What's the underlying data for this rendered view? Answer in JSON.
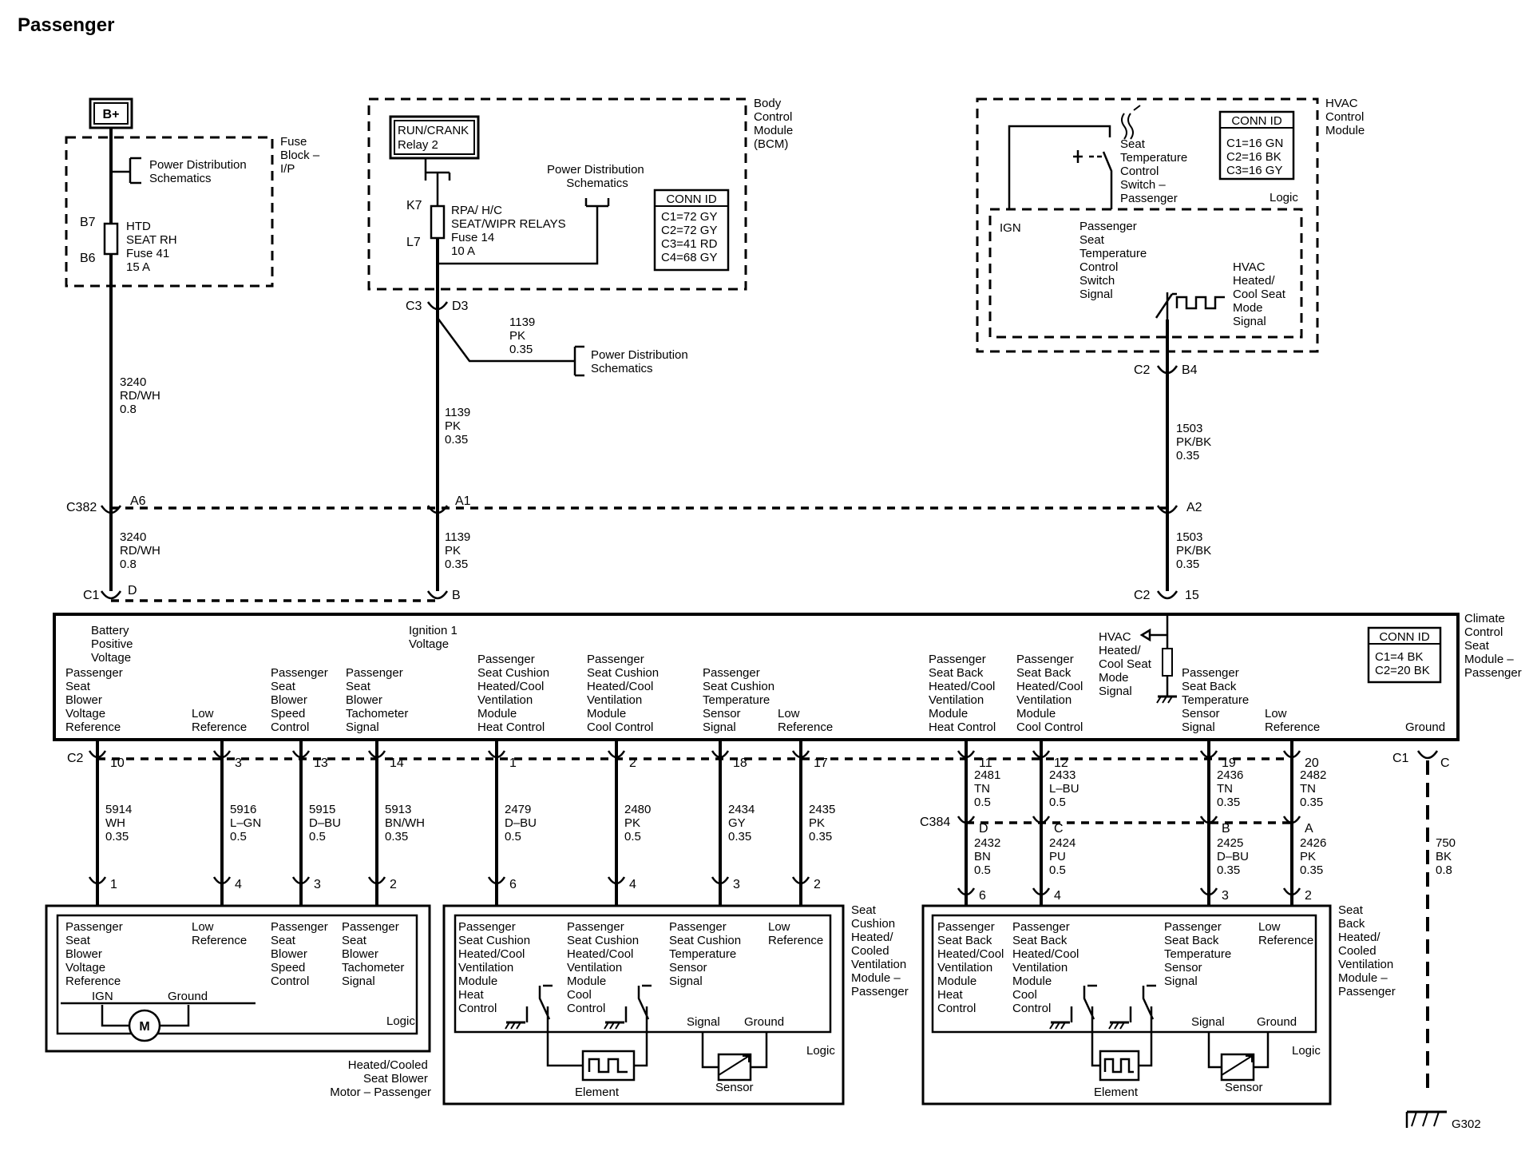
{
  "title": "Passenger",
  "top": {
    "bplus": "B+",
    "fuse_block": [
      "Fuse",
      "Block –",
      "I/P"
    ],
    "pds1": [
      "Power Distribution",
      "Schematics"
    ],
    "fuse_b7": "B7",
    "fuse_b6": "B6",
    "fuse41": [
      "HTD",
      "SEAT RH",
      "Fuse 41",
      "15 A"
    ],
    "bcm": [
      "Body",
      "Control",
      "Module",
      "(BCM)"
    ],
    "run_crank": [
      "RUN/CRANK",
      "Relay 2"
    ],
    "pds2": [
      "Power Distribution",
      "Schematics"
    ],
    "bcm_conn_title": "CONN ID",
    "bcm_conn": [
      "C1=72 GY",
      "C2=72 GY",
      "C3=41 RD",
      "C4=68 GY"
    ],
    "k7": "K7",
    "l7": "L7",
    "fuse14": [
      "RPA/ H/C",
      "SEAT/WIPR RELAYS",
      "Fuse 14",
      "10 A"
    ],
    "c3": "C3",
    "d3": "D3",
    "w1139_top": [
      "1139",
      "PK",
      "0.35"
    ],
    "pds3": [
      "Power Distribution",
      "Schematics"
    ],
    "hvac_module": [
      "HVAC",
      "Control",
      "Module"
    ],
    "hvac_conn_title": "CONN ID",
    "hvac_conn": [
      "C1=16 GN",
      "C2=16 BK",
      "C3=16 GY"
    ],
    "seat_switch": [
      "Seat",
      "Temperature",
      "Control",
      "Switch –",
      "Passenger"
    ],
    "logic": "Logic",
    "ign": "IGN",
    "switch_signal": [
      "Passenger",
      "Seat",
      "Temperature",
      "Control",
      "Switch",
      "Signal"
    ],
    "hvac_mode": [
      "HVAC",
      "Heated/",
      "Cool Seat",
      "Mode",
      "Signal"
    ],
    "c2": "C2",
    "b4": "B4"
  },
  "mid": {
    "w3240a": [
      "3240",
      "RD/WH",
      "0.8"
    ],
    "w1139a": [
      "1139",
      "PK",
      "0.35"
    ],
    "w1503a": [
      "1503",
      "PK/BK",
      "0.35"
    ],
    "c382": "C382",
    "a6": "A6",
    "a1": "A1",
    "a2": "A2",
    "w3240b": [
      "3240",
      "RD/WH",
      "0.8"
    ],
    "w1139b": [
      "1139",
      "PK",
      "0.35"
    ],
    "w1503b": [
      "1503",
      "PK/BK",
      "0.35"
    ],
    "c1": "C1",
    "d": "D",
    "b": "B",
    "c2": "C2",
    "p15": "15"
  },
  "ccsm": {
    "name": [
      "Climate",
      "Control",
      "Seat",
      "Module –",
      "Passenger"
    ],
    "conn_title": "CONN ID",
    "conn": [
      "C1=4 BK",
      "C2=20 BK"
    ],
    "battery": [
      "Battery",
      "Positive",
      "Voltage"
    ],
    "ignition": [
      "Ignition 1",
      "Voltage"
    ],
    "hvac_signal": [
      "HVAC",
      "Heated/",
      "Cool Seat",
      "Mode",
      "Signal"
    ],
    "p1": [
      "Passenger",
      "Seat",
      "Blower",
      "Voltage",
      "Reference"
    ],
    "p2": [
      "Low",
      "Reference"
    ],
    "p3": [
      "Passenger",
      "Seat",
      "Blower",
      "Speed",
      "Control"
    ],
    "p4": [
      "Passenger",
      "Seat",
      "Blower",
      "Tachometer",
      "Signal"
    ],
    "p5": [
      "Passenger",
      "Seat Cushion",
      "Heated/Cool",
      "Ventilation",
      "Module",
      "Heat Control"
    ],
    "p6": [
      "Passenger",
      "Seat Cushion",
      "Heated/Cool",
      "Ventilation",
      "Module",
      "Cool Control"
    ],
    "p7": [
      "Passenger",
      "Seat Cushion",
      "Temperature",
      "Sensor",
      "Signal"
    ],
    "p8": [
      "Low",
      "Reference"
    ],
    "p9": [
      "Passenger",
      "Seat Back",
      "Heated/Cool",
      "Ventilation",
      "Module",
      "Heat Control"
    ],
    "p10": [
      "Passenger",
      "Seat Back",
      "Heated/Cool",
      "Ventilation",
      "Module",
      "Cool Control"
    ],
    "p11": [
      "Passenger",
      "Seat Back",
      "Temperature",
      "Sensor",
      "Signal"
    ],
    "p12": [
      "Low",
      "Reference"
    ],
    "ground": "Ground"
  },
  "lower": {
    "c2": "C2",
    "c1": "C1",
    "pins": [
      "10",
      "3",
      "13",
      "14",
      "1",
      "2",
      "18",
      "17",
      "11",
      "12",
      "19",
      "20",
      "C"
    ],
    "wires": [
      [
        "5914",
        "WH",
        "0.35"
      ],
      [
        "5916",
        "L–GN",
        "0.5"
      ],
      [
        "5915",
        "D–BU",
        "0.5"
      ],
      [
        "5913",
        "BN/WH",
        "0.35"
      ],
      [
        "2479",
        "D–BU",
        "0.5"
      ],
      [
        "2480",
        "PK",
        "0.5"
      ],
      [
        "2434",
        "GY",
        "0.35"
      ],
      [
        "2435",
        "PK",
        "0.35"
      ],
      [
        "2481",
        "TN",
        "0.5"
      ],
      [
        "2433",
        "L–BU",
        "0.5"
      ],
      [
        "2436",
        "TN",
        "0.35"
      ],
      [
        "2482",
        "TN",
        "0.35"
      ],
      [
        "750",
        "BK",
        "0.8"
      ]
    ],
    "c384": "C384",
    "c384_pins": [
      "D",
      "C",
      "B",
      "A"
    ],
    "wires2": [
      [
        "2432",
        "BN",
        "0.5"
      ],
      [
        "2424",
        "PU",
        "0.5"
      ],
      [
        "2425",
        "D–BU",
        "0.35"
      ],
      [
        "2426",
        "PK",
        "0.35"
      ]
    ],
    "bottom_pins": [
      "1",
      "4",
      "3",
      "2",
      "6",
      "4",
      "3",
      "2",
      "6",
      "4",
      "3",
      "2"
    ],
    "g302": "G302"
  },
  "blower": {
    "name": [
      "Heated/Cooled",
      "Seat Blower",
      "Motor – Passenger"
    ],
    "l1": [
      "Passenger",
      "Seat",
      "Blower",
      "Voltage",
      "Reference"
    ],
    "l2": [
      "Low",
      "Reference"
    ],
    "l3": [
      "Passenger",
      "Seat",
      "Blower",
      "Speed",
      "Control"
    ],
    "l4": [
      "Passenger",
      "Seat",
      "Blower",
      "Tachometer",
      "Signal"
    ],
    "ign": "IGN",
    "ground": "Ground",
    "logic": "Logic",
    "motor": "M"
  },
  "cushion": {
    "name": [
      "Seat",
      "Cushion",
      "Heated/",
      "Cooled",
      "Ventilation",
      "Module –",
      "Passenger"
    ],
    "l1": [
      "Passenger",
      "Seat Cushion",
      "Heated/Cool",
      "Ventilation",
      "Module",
      "Heat",
      "Control"
    ],
    "l2": [
      "Passenger",
      "Seat Cushion",
      "Heated/Cool",
      "Ventilation",
      "Module",
      "Cool",
      "Control"
    ],
    "l3": [
      "Passenger",
      "Seat Cushion",
      "Temperature",
      "Sensor",
      "Signal"
    ],
    "l4": [
      "Low",
      "Reference"
    ],
    "signal": "Signal",
    "ground": "Ground",
    "logic": "Logic",
    "element": "Element",
    "sensor": "Sensor"
  },
  "back": {
    "name": [
      "Seat",
      "Back",
      "Heated/",
      "Cooled",
      "Ventilation",
      "Module –",
      "Passenger"
    ],
    "l1": [
      "Passenger",
      "Seat Back",
      "Heated/Cool",
      "Ventilation",
      "Module",
      "Heat",
      "Control"
    ],
    "l2": [
      "Passenger",
      "Seat Back",
      "Heated/Cool",
      "Ventilation",
      "Module",
      "Cool",
      "Control"
    ],
    "l3": [
      "Passenger",
      "Seat Back",
      "Temperature",
      "Sensor",
      "Signal"
    ],
    "l4": [
      "Low",
      "Reference"
    ],
    "signal": "Signal",
    "ground": "Ground",
    "logic": "Logic",
    "element": "Element",
    "sensor": "Sensor"
  }
}
